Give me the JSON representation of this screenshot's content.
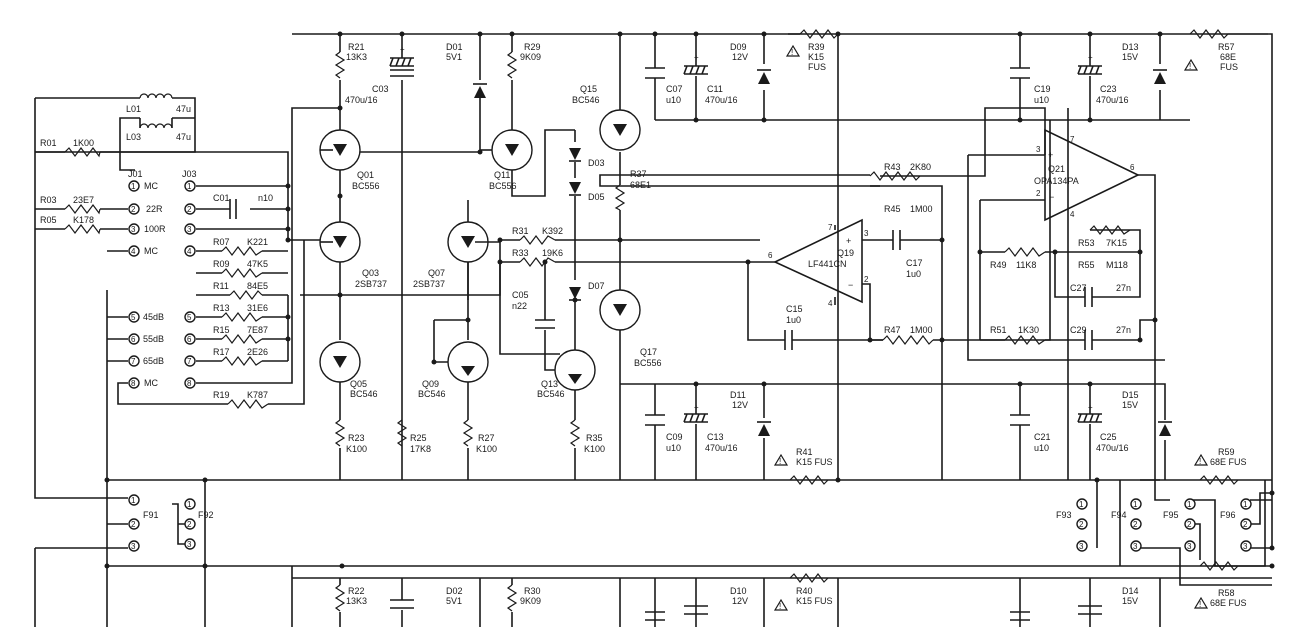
{
  "components": {
    "L01": {
      "ref": "L01",
      "value": "47u"
    },
    "L03": {
      "ref": "L03",
      "value": "47u"
    },
    "R01": {
      "ref": "R01",
      "value": "1K00"
    },
    "R03": {
      "ref": "R03",
      "value": "23E7"
    },
    "R05": {
      "ref": "R05",
      "value": "K178"
    },
    "R07": {
      "ref": "R07",
      "value": "K221"
    },
    "R09": {
      "ref": "R09",
      "value": "47K5"
    },
    "R11": {
      "ref": "R11",
      "value": "84E5"
    },
    "R13": {
      "ref": "R13",
      "value": "31E6"
    },
    "R15": {
      "ref": "R15",
      "value": "7E87"
    },
    "R17": {
      "ref": "R17",
      "value": "2E26"
    },
    "R19": {
      "ref": "R19",
      "value": "K787"
    },
    "R21": {
      "ref": "R21",
      "value": "13K3"
    },
    "R22": {
      "ref": "R22",
      "value": "13K3"
    },
    "R23": {
      "ref": "R23",
      "value": "K100"
    },
    "R25": {
      "ref": "R25",
      "value": "17K8"
    },
    "R27": {
      "ref": "R27",
      "value": "K100"
    },
    "R29": {
      "ref": "R29",
      "value": "9K09"
    },
    "R30": {
      "ref": "R30",
      "value": "9K09"
    },
    "R31": {
      "ref": "R31",
      "value": "K392"
    },
    "R33": {
      "ref": "R33",
      "value": "19K6"
    },
    "R35": {
      "ref": "R35",
      "value": "K100"
    },
    "R37": {
      "ref": "R37",
      "value": "68E1"
    },
    "R39": {
      "ref": "R39",
      "value": "K15",
      "extra": "FUS"
    },
    "R40": {
      "ref": "R40",
      "value": "K15 FUS"
    },
    "R41": {
      "ref": "R41",
      "value": "K15 FUS"
    },
    "R43": {
      "ref": "R43",
      "value": "2K80"
    },
    "R45": {
      "ref": "R45",
      "value": "1M00"
    },
    "R47": {
      "ref": "R47",
      "value": "1M00"
    },
    "R49": {
      "ref": "R49",
      "value": "11K8"
    },
    "R51": {
      "ref": "R51",
      "value": "1K30"
    },
    "R53": {
      "ref": "R53",
      "value": "7K15"
    },
    "R55": {
      "ref": "R55",
      "value": "M118"
    },
    "R57": {
      "ref": "R57",
      "value": "68E",
      "extra": "FUS"
    },
    "R58": {
      "ref": "R58",
      "value": "68E FUS"
    },
    "R59": {
      "ref": "R59",
      "value": "68E FUS"
    },
    "C01": {
      "ref": "C01",
      "value": "n10"
    },
    "C03": {
      "ref": "C03",
      "value": "470u/16"
    },
    "C05": {
      "ref": "C05",
      "value": "n22"
    },
    "C07": {
      "ref": "C07",
      "value": "u10"
    },
    "C09": {
      "ref": "C09",
      "value": "u10"
    },
    "C11": {
      "ref": "C11",
      "value": "470u/16"
    },
    "C13": {
      "ref": "C13",
      "value": "470u/16"
    },
    "C15": {
      "ref": "C15",
      "value": "1u0"
    },
    "C17": {
      "ref": "C17",
      "value": "1u0"
    },
    "C19": {
      "ref": "C19",
      "value": "u10"
    },
    "C21": {
      "ref": "C21",
      "value": "u10"
    },
    "C23": {
      "ref": "C23",
      "value": "470u/16"
    },
    "C25": {
      "ref": "C25",
      "value": "470u/16"
    },
    "C27": {
      "ref": "C27",
      "value": "27n"
    },
    "C29": {
      "ref": "C29",
      "value": "27n"
    },
    "D01": {
      "ref": "D01",
      "value": "5V1"
    },
    "D02": {
      "ref": "D02",
      "value": "5V1"
    },
    "D03": {
      "ref": "D03"
    },
    "D05": {
      "ref": "D05"
    },
    "D07": {
      "ref": "D07"
    },
    "D09": {
      "ref": "D09",
      "value": "12V"
    },
    "D10": {
      "ref": "D10",
      "value": "12V"
    },
    "D11": {
      "ref": "D11",
      "value": "12V"
    },
    "D13": {
      "ref": "D13",
      "value": "15V"
    },
    "D14": {
      "ref": "D14",
      "value": "15V"
    },
    "D15": {
      "ref": "D15",
      "value": "15V"
    },
    "Q01": {
      "ref": "Q01",
      "value": "BC556"
    },
    "Q03": {
      "ref": "Q03",
      "value": "2SB737"
    },
    "Q05": {
      "ref": "Q05",
      "value": "BC546"
    },
    "Q07": {
      "ref": "Q07",
      "value": "2SB737"
    },
    "Q09": {
      "ref": "Q09",
      "value": "BC546"
    },
    "Q11": {
      "ref": "Q11",
      "value": "BC556"
    },
    "Q13": {
      "ref": "Q13",
      "value": "BC546"
    },
    "Q15": {
      "ref": "Q15",
      "value": "BC546"
    },
    "Q17": {
      "ref": "Q17",
      "value": "BC556"
    },
    "Q19": {
      "ref": "Q19",
      "value": "LF441CN"
    },
    "Q21": {
      "ref": "Q21",
      "value": "OPA134PA"
    }
  },
  "selector": {
    "J01": "J01",
    "J03": "J03",
    "positions": [
      {
        "num": "1",
        "label": "MC"
      },
      {
        "num": "2",
        "label": "22R"
      },
      {
        "num": "3",
        "label": "100R"
      },
      {
        "num": "4",
        "label": "MC"
      },
      {
        "num": "5",
        "label": "45dB"
      },
      {
        "num": "6",
        "label": "55dB"
      },
      {
        "num": "7",
        "label": "65dB"
      },
      {
        "num": "8",
        "label": "MC"
      }
    ]
  },
  "connectors": {
    "F91": "F91",
    "F92": "F92",
    "F93": "F93",
    "F94": "F94",
    "F95": "F95",
    "F96": "F96"
  },
  "pins": {
    "p1": "1",
    "p2": "2",
    "p3": "3",
    "p4": "4",
    "p6": "6",
    "p7": "7",
    "plus": "+",
    "minus": "−"
  }
}
